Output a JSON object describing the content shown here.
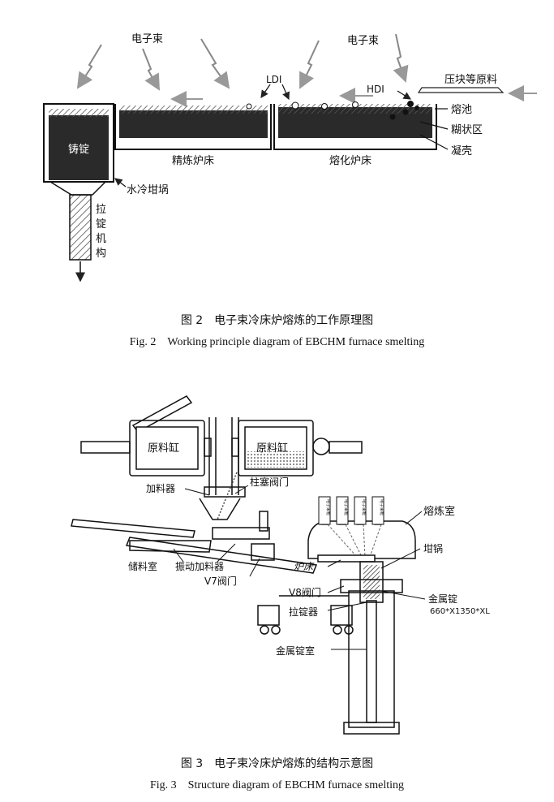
{
  "fig2": {
    "labels": {
      "beam_left": "电子束",
      "beam_right": "电子束",
      "ldi": "LDI",
      "hdi": "HDI",
      "raw_material": "压块等原料",
      "melt_pool": "熔池",
      "mushy_zone": "糊状区",
      "skull": "凝壳",
      "ingot": "铸锭",
      "refining_hearth": "精炼炉床",
      "melting_hearth": "熔化炉床",
      "water_crucible": "水冷坩埚",
      "puller": [
        "拉",
        "锭",
        "机",
        "构"
      ]
    },
    "caption_cn": "图 2　电子束冷床炉熔炼的工作原理图",
    "caption_en": "Fig. 2　Working principle diagram of EBCHM furnace smelting"
  },
  "fig3": {
    "labels": {
      "raw_tank_left": "原料缸",
      "raw_tank_right": "原料缸",
      "feeder": "加料器",
      "plunger_valve": "柱塞阀门",
      "melting_chamber": "熔炼室",
      "crucible": "坩锅",
      "storage_chamber": "储料室",
      "vibro_feeder": "振动加料器",
      "v7_valve": "V7阀门",
      "hearth": "炉床",
      "v8_valve": "V8阀门",
      "ingot": "金属锭",
      "ingot_size": "660*X1350*XL",
      "ingot_puller": "拉锭器",
      "ingot_chamber": "金属锭室",
      "guns": [
        "电子束枪",
        "电子束枪",
        "电子束枪",
        "电子束枪"
      ]
    },
    "caption_cn": "图 3　电子束冷床炉熔炼的结构示意图",
    "caption_en": "Fig. 3　Structure diagram of EBCHM furnace smelting"
  }
}
